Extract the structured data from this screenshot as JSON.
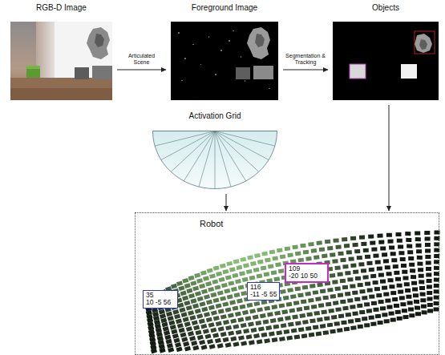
{
  "diagram": {
    "nodes": [
      {
        "text": [
          "RGB-D Image"
        ]
      },
      {
        "text": [
          "Foreground Image"
        ]
      },
      {
        "text": [
          "Objects"
        ]
      },
      {
        "text": [
          "Activation Grid"
        ]
      },
      {
        "text": [
          "Robot"
        ]
      },
      {
        "text": [
          "35",
          "10 -5 56"
        ],
        "in": 4
      },
      {
        "text": [
          "116",
          "-11 -5 55"
        ],
        "in": 4
      },
      {
        "text": [
          "109",
          "-20 10 50"
        ],
        "in": 4
      }
    ],
    "edges": [
      {
        "from": 0,
        "to": 1,
        "arrow": "to",
        "label": "Articulated Scene"
      },
      {
        "from": 1,
        "to": 2,
        "arrow": "to",
        "label": "Segmentation & Tracking"
      },
      {
        "from": 3,
        "to": 4,
        "arrow": "to"
      },
      {
        "from": 2,
        "to": 4,
        "arrow": "to"
      }
    ]
  }
}
